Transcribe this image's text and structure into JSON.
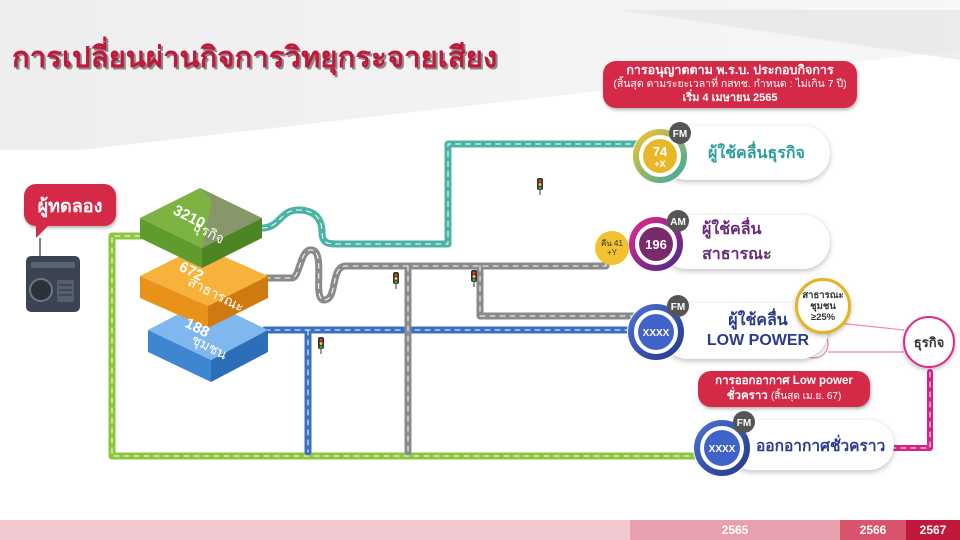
{
  "title": "การเปลี่ยนผ่านกิจการวิทยุกระจายเสียง",
  "trial_label": "ผู้ทดลอง",
  "license_box": {
    "line1": "การอนุญาตตาม พ.ร.บ. ประกอบกิจการ",
    "line2": "(สิ้นสุด ตามระยะเวลาที่ กสทช. กำหนด : ไม่เกิน 7 ปี)",
    "line3": "เริ่ม 4 เมษายน 2565"
  },
  "blocks": [
    {
      "count": "3210",
      "label": "ธุรกิจ",
      "color": "#7cb342"
    },
    {
      "count": "672",
      "label": "สาธารณะ",
      "color": "#f2a31b"
    },
    {
      "count": "188",
      "label": "ชุมชน",
      "color": "#4a90d9"
    }
  ],
  "destinations": {
    "business": {
      "badge": "FM",
      "number": "74",
      "sub": "+X",
      "label": "ผู้ใช้คลื่นธุรกิจ"
    },
    "public": {
      "badge": "AM",
      "number": "196",
      "label": "ผู้ใช้คลื่นสาธารณะ"
    },
    "lowpower": {
      "badge": "FM",
      "number": "XXXX",
      "label_line1": "ผู้ใช้คลื่น",
      "label_line2": "LOW POWER"
    },
    "temporary": {
      "badge": "FM",
      "number": "XXXX",
      "label": "ออกอากาศชั่วคราว"
    }
  },
  "public_return_note": {
    "line1": "คืน 41",
    "line2": "+Y"
  },
  "community_share": {
    "line1": "สาธารณะ",
    "line2": "ชุมชน",
    "line3": "≥25%"
  },
  "business_circle": "ธุรกิจ",
  "temp_box": {
    "line1": "การออกอากาศ Low power",
    "line2": "ชั่วคราว",
    "line2_note": "(สิ้นสุด เม.ย. 67)"
  },
  "timeline": {
    "years": [
      "2565",
      "2566",
      "2567"
    ]
  },
  "colors": {
    "title": "#c0183a",
    "accent_red": "#d42a48",
    "road_teal": "#4bb3a4",
    "road_gray": "#8a8a8a",
    "road_blue": "#3b6fc2",
    "road_green": "#8cc63e",
    "road_magenta": "#d6208a"
  }
}
